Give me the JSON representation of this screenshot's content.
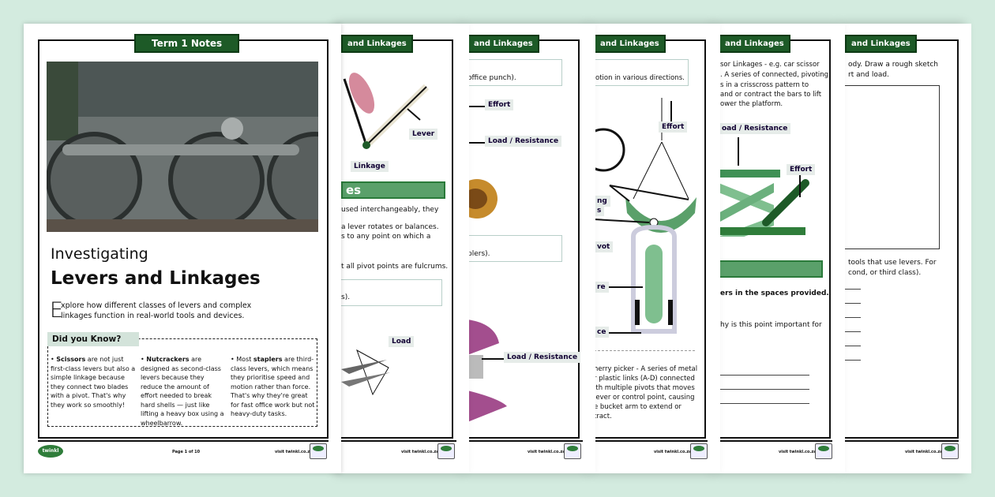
{
  "background_color": "#d3ebdf",
  "accent_color": "#1d5a27",
  "cover": {
    "tab": "Term 1 Notes",
    "subtitle": "Investigating",
    "title": "Levers and Linkages",
    "intro_initial": "E",
    "intro": "xplore how different classes of levers and complex",
    "intro2": "linkages function in real-world tools and devices.",
    "did_you_know": "Did you Know?",
    "facts": [
      {
        "bold": "Scissors",
        "text": " are not just first-class levers but also a simple linkage because they connect two blades with a pivot. That's why they work so smoothly!"
      },
      {
        "bold": "Nutcrackers",
        "text": " are designed as second-class levers because they reduce the amount of effort needed to break hard shells — just like lifting a heavy box using a wheelbarrow."
      },
      {
        "pre": "Most ",
        "bold": "staplers",
        "text": " are third-class levers, which means they prioritise speed and motion rather than force. That's why they're great for fast office work but not heavy-duty tasks."
      }
    ],
    "logo": "twinkl",
    "page_num": "Page 1 of 10",
    "url": "visit twinkl.co.za"
  },
  "pages": [
    {
      "tab": "and Linkages",
      "labels": [
        "Lever",
        "Linkage",
        "Load"
      ],
      "bar": "es",
      "lines": [
        "used interchangeably, they",
        "a lever rotates or balances.",
        "s to any point on which a",
        "t all pivot points are fulcrums.",
        "s)."
      ],
      "url": "visit twinkl.co.za"
    },
    {
      "tab": "and Linkages",
      "labels": [
        "Effort",
        "Load / Resistance",
        "Load / Resistance"
      ],
      "lines": [
        "office punch).",
        "plers)."
      ],
      "url": "visit twinkl.co.za"
    },
    {
      "tab": "and Linkages",
      "labels": [
        "Effort",
        "ng",
        "s",
        "vot",
        "re",
        "ce"
      ],
      "lines": [
        "otion in various directions.",
        "herry picker - A series of metal",
        "r plastic links (A-D) connected",
        "ith multiple pivots that moves",
        "lever or control point, causing",
        "e bucket arm to extend or",
        "tract."
      ],
      "url": "visit twinkl.co.za"
    },
    {
      "tab": "and Linkages",
      "labels": [
        "oad / Resistance",
        "Effort"
      ],
      "lines": [
        "sor Linkages - e.g. car scissor",
        ". A series of connected, pivoting",
        "s in a crisscross pattern to",
        "and or contract the bars to lift",
        "ower the platform.",
        "ers in the spaces provided.",
        "hy is this point important for"
      ],
      "url": "visit twinkl.co.za"
    },
    {
      "tab": "and Linkages",
      "lines": [
        "ody. Draw a rough sketch",
        "rt and load.",
        "tools that use levers. For",
        "cond, or third class)."
      ],
      "url": "visit twinkl.co.za"
    }
  ]
}
